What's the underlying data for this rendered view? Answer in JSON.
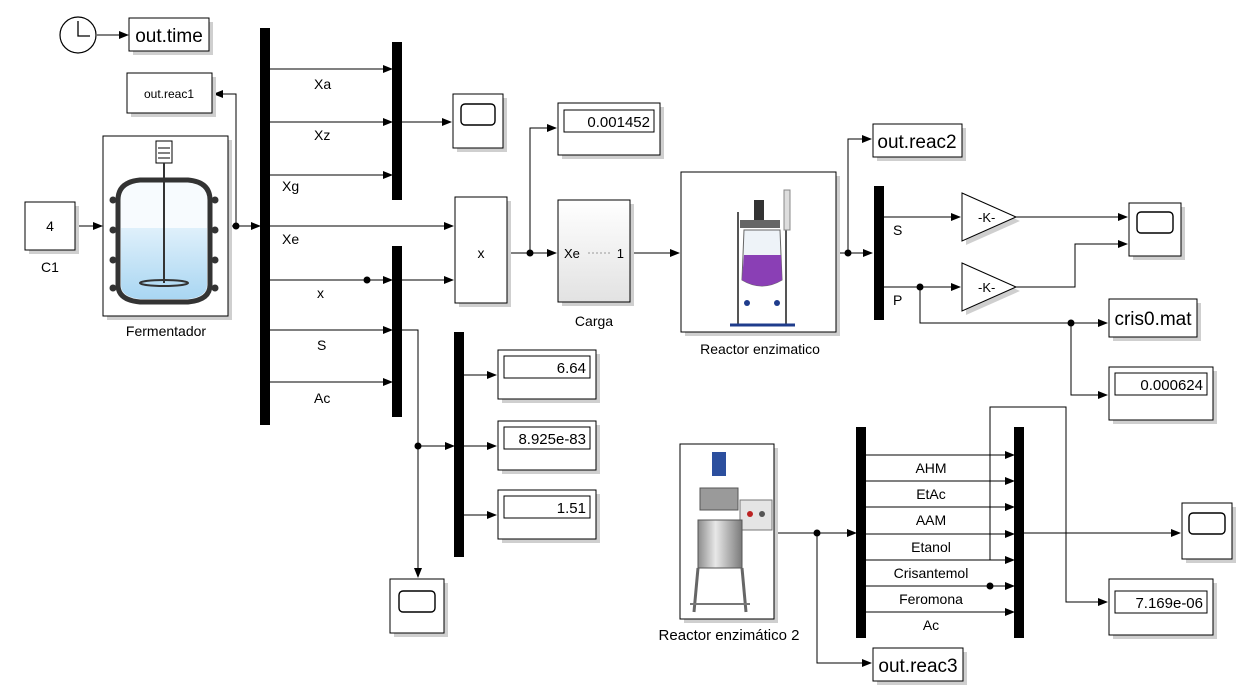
{
  "blocks": {
    "clock_output": "out.time",
    "reac1_output": "out.reac1",
    "constant_value": "4",
    "constant_name": "C1",
    "fermenter_name": "Fermentador",
    "mux_labels": [
      "Xa",
      "Xz",
      "Xg",
      "Xe",
      "x",
      "S",
      "Ac"
    ],
    "display_top": "0.001452",
    "product_symbol": "x",
    "subsystem_name": "Carga",
    "subsystem_port_in": "Xe",
    "subsystem_port_out": "1",
    "reactor1_name": "Reactor enzimatico",
    "reac2_output": "out.reac2",
    "demux_labels": [
      "S",
      "P"
    ],
    "gain_symbol": "-K-",
    "mat_output": "cris0.mat",
    "display_right": "0.000624",
    "displays_left": [
      "6.64",
      "8.925e-83",
      "1.51"
    ],
    "reactor2_name": "Reactor enzimático 2",
    "reactor2_labels": [
      "AHM",
      "EtAc",
      "AAM",
      "Etanol",
      "Crisantemol",
      "Feromona",
      "Ac"
    ],
    "display_bottom": "7.169e-06",
    "reac3_output": "out.reac3"
  }
}
